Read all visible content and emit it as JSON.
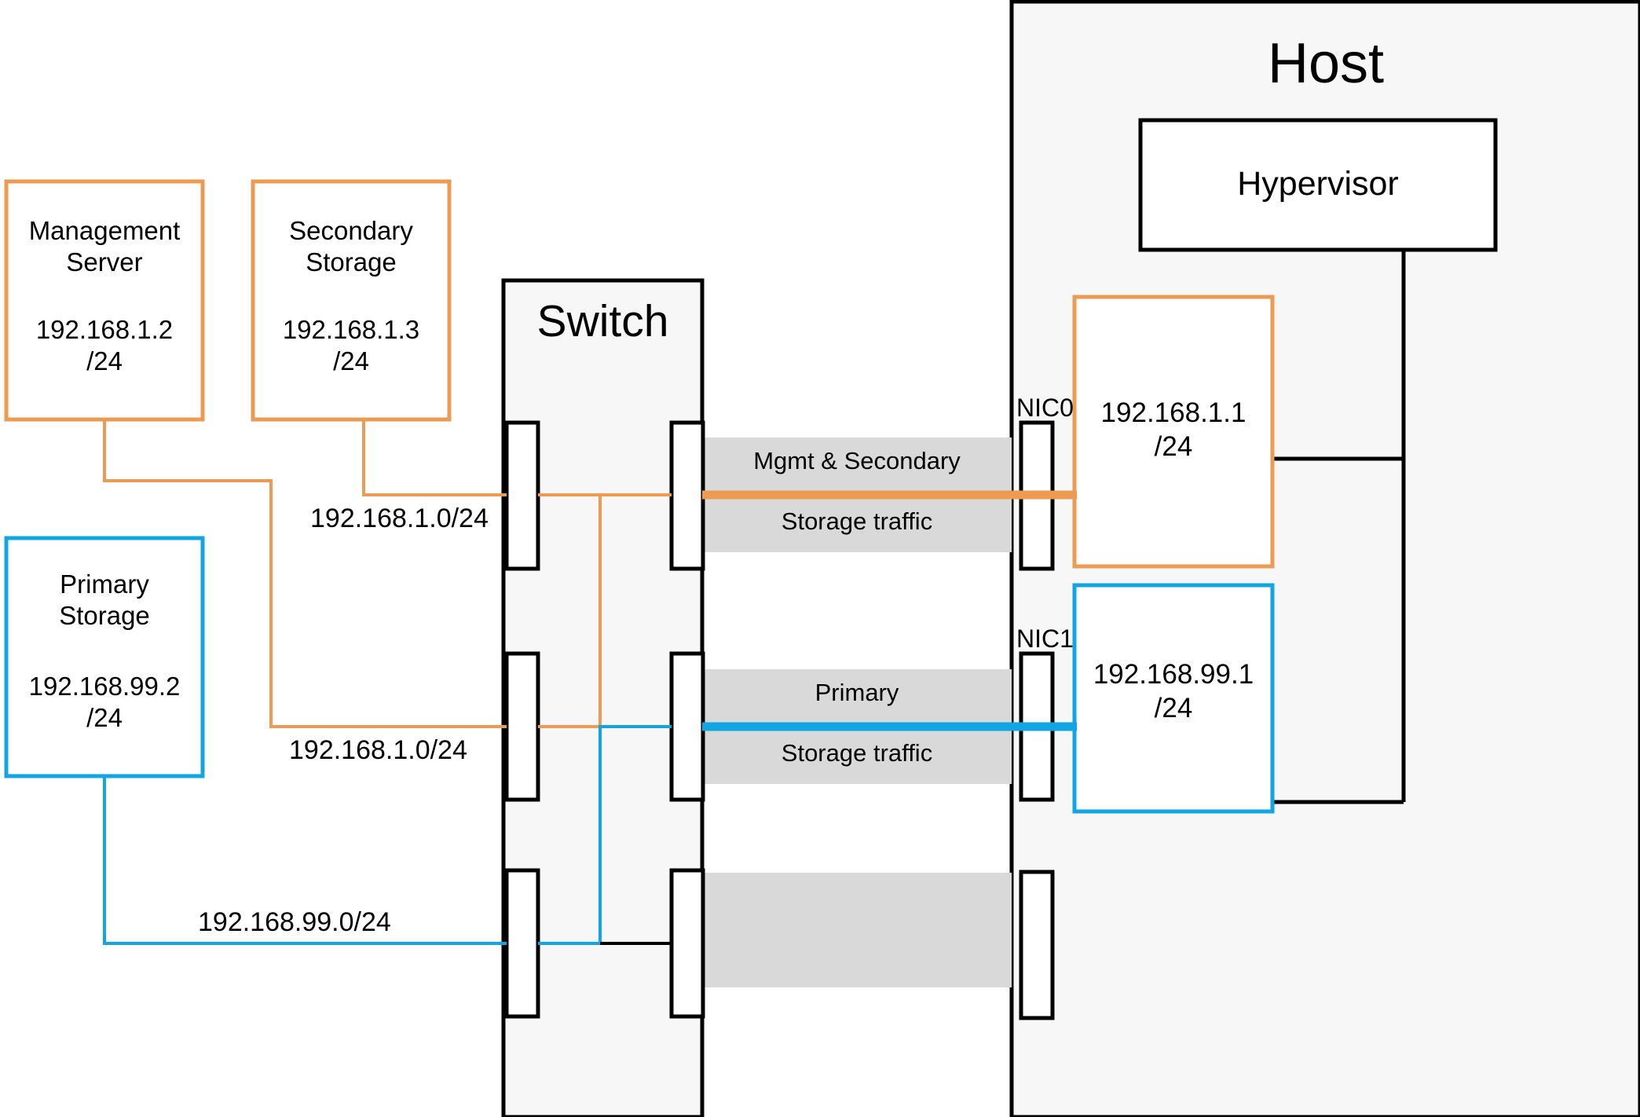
{
  "diagram": {
    "title_host": "Host",
    "title_switch": "Switch",
    "colors": {
      "orange": "#ED9A53",
      "blue": "#12A5E3",
      "black": "#000000",
      "band_gray": "#D9D9D9",
      "container_fill": "#F7F7F7"
    }
  },
  "nodes": {
    "management_server": {
      "name_line1": "Management",
      "name_line2": "Server",
      "ip": "192.168.1.2",
      "mask": "/24",
      "border_color": "#ED9A53"
    },
    "secondary_storage": {
      "name_line1": "Secondary",
      "name_line2": "Storage",
      "ip": "192.168.1.3",
      "mask": "/24",
      "border_color": "#ED9A53"
    },
    "primary_storage": {
      "name_line1": "Primary",
      "name_line2": "Storage",
      "ip": "192.168.99.2",
      "mask": "/24",
      "border_color": "#12A5E3"
    },
    "hypervisor": {
      "label": "Hypervisor"
    },
    "nic0_ip": {
      "ip": "192.168.1.1",
      "mask": "/24",
      "border_color": "#ED9A53"
    },
    "nic1_ip": {
      "ip": "192.168.99.1",
      "mask": "/24",
      "border_color": "#12A5E3"
    }
  },
  "nic_labels": {
    "nic0": "NIC0",
    "nic1": "NIC1"
  },
  "traffic_bands": [
    {
      "line1": "Mgmt & Secondary",
      "line2": "Storage traffic",
      "color": "#ED9A53"
    },
    {
      "line1": "Primary",
      "line2": "Storage traffic",
      "color": "#12A5E3"
    }
  ],
  "subnet_labels": [
    {
      "text": "192.168.1.0/24",
      "color": "#ED9A53"
    },
    {
      "text": "192.168.1.0/24",
      "color": "#ED9A53"
    },
    {
      "text": "192.168.99.0/24",
      "color": "#12A5E3"
    }
  ]
}
